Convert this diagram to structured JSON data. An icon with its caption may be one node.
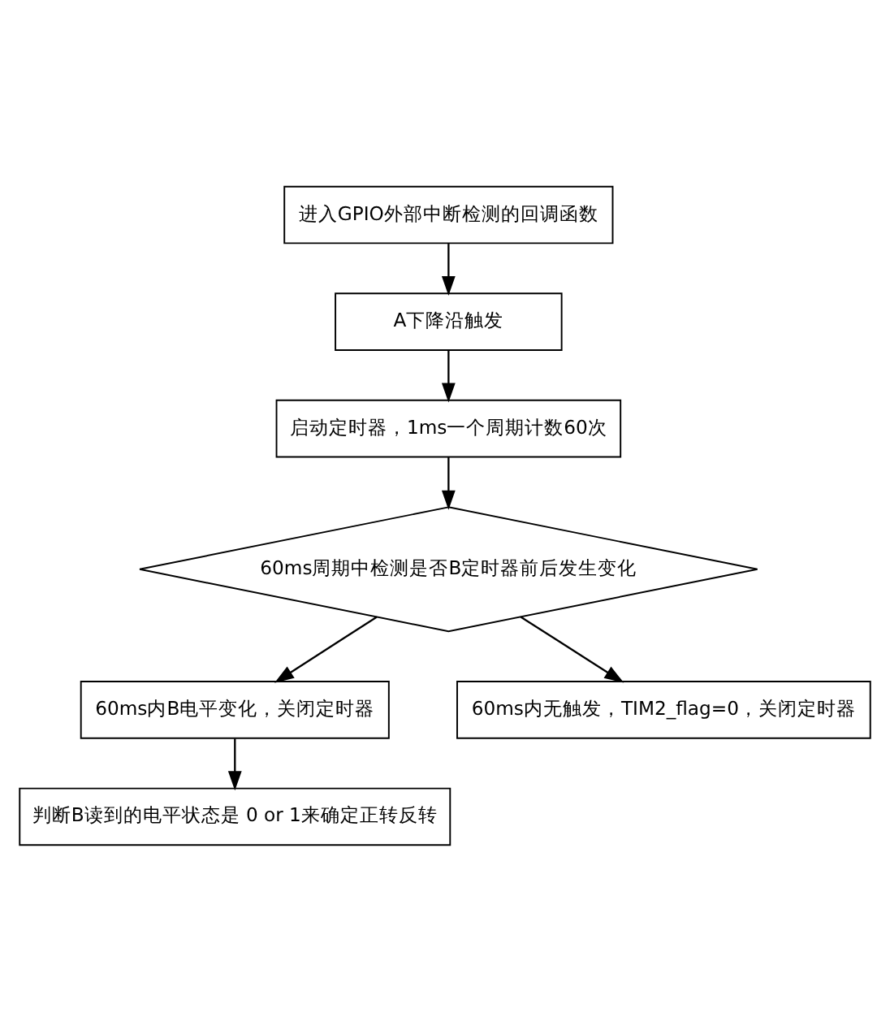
{
  "diagram": {
    "nodes": [
      {
        "text": [
          "进入GPIO外部中断检测的回调函数"
        ]
      },
      {
        "text": [
          "A下降沿触发"
        ]
      },
      {
        "text": [
          "启动定时器，1ms一个周期计数60次"
        ]
      },
      {
        "text": [
          "60ms周期中检测是否B定时器前后发生变化"
        ]
      },
      {
        "text": [
          "60ms内B电平变化，关闭定时器"
        ]
      },
      {
        "text": [
          "60ms内无触发，TIM2_flag=0，关闭定时器"
        ]
      },
      {
        "text": [
          "判断B读到的电平状态是 0 or 1来确定正转反转"
        ]
      }
    ],
    "edges": [
      {
        "from": 0,
        "to": 1,
        "arrow": "to"
      },
      {
        "from": 1,
        "to": 2,
        "arrow": "to"
      },
      {
        "from": 2,
        "to": 3,
        "arrow": "to"
      },
      {
        "from": 3,
        "to": 4,
        "arrow": "to"
      },
      {
        "from": 3,
        "to": 5,
        "arrow": "to"
      },
      {
        "from": 4,
        "to": 6,
        "arrow": "to"
      }
    ]
  }
}
